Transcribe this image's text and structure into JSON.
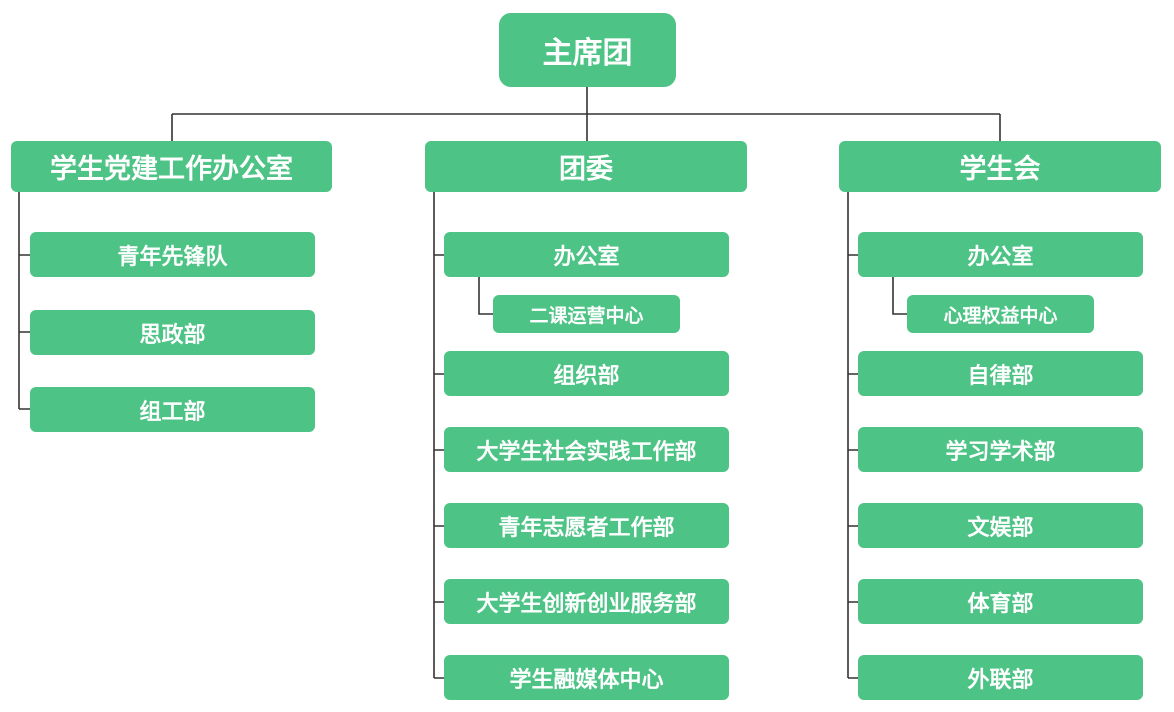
{
  "root": {
    "label": "主席团"
  },
  "branches": [
    {
      "label": "学生党建工作办公室",
      "children": [
        {
          "label": "青年先锋队"
        },
        {
          "label": "思政部"
        },
        {
          "label": "组工部"
        }
      ]
    },
    {
      "label": "团委",
      "children": [
        {
          "label": "办公室",
          "sub": "二课运营中心"
        },
        {
          "label": "组织部"
        },
        {
          "label": "大学生社会实践工作部"
        },
        {
          "label": "青年志愿者工作部"
        },
        {
          "label": "大学生创新创业服务部"
        },
        {
          "label": "学生融媒体中心"
        }
      ]
    },
    {
      "label": "学生会",
      "children": [
        {
          "label": "办公室",
          "sub": "心理权益中心"
        },
        {
          "label": "自律部"
        },
        {
          "label": "学习学术部"
        },
        {
          "label": "文娱部"
        },
        {
          "label": "体育部"
        },
        {
          "label": "外联部"
        }
      ]
    }
  ],
  "colors": {
    "node_fill": "#4dc386",
    "node_text": "#ffffff",
    "connector": "#333333"
  }
}
